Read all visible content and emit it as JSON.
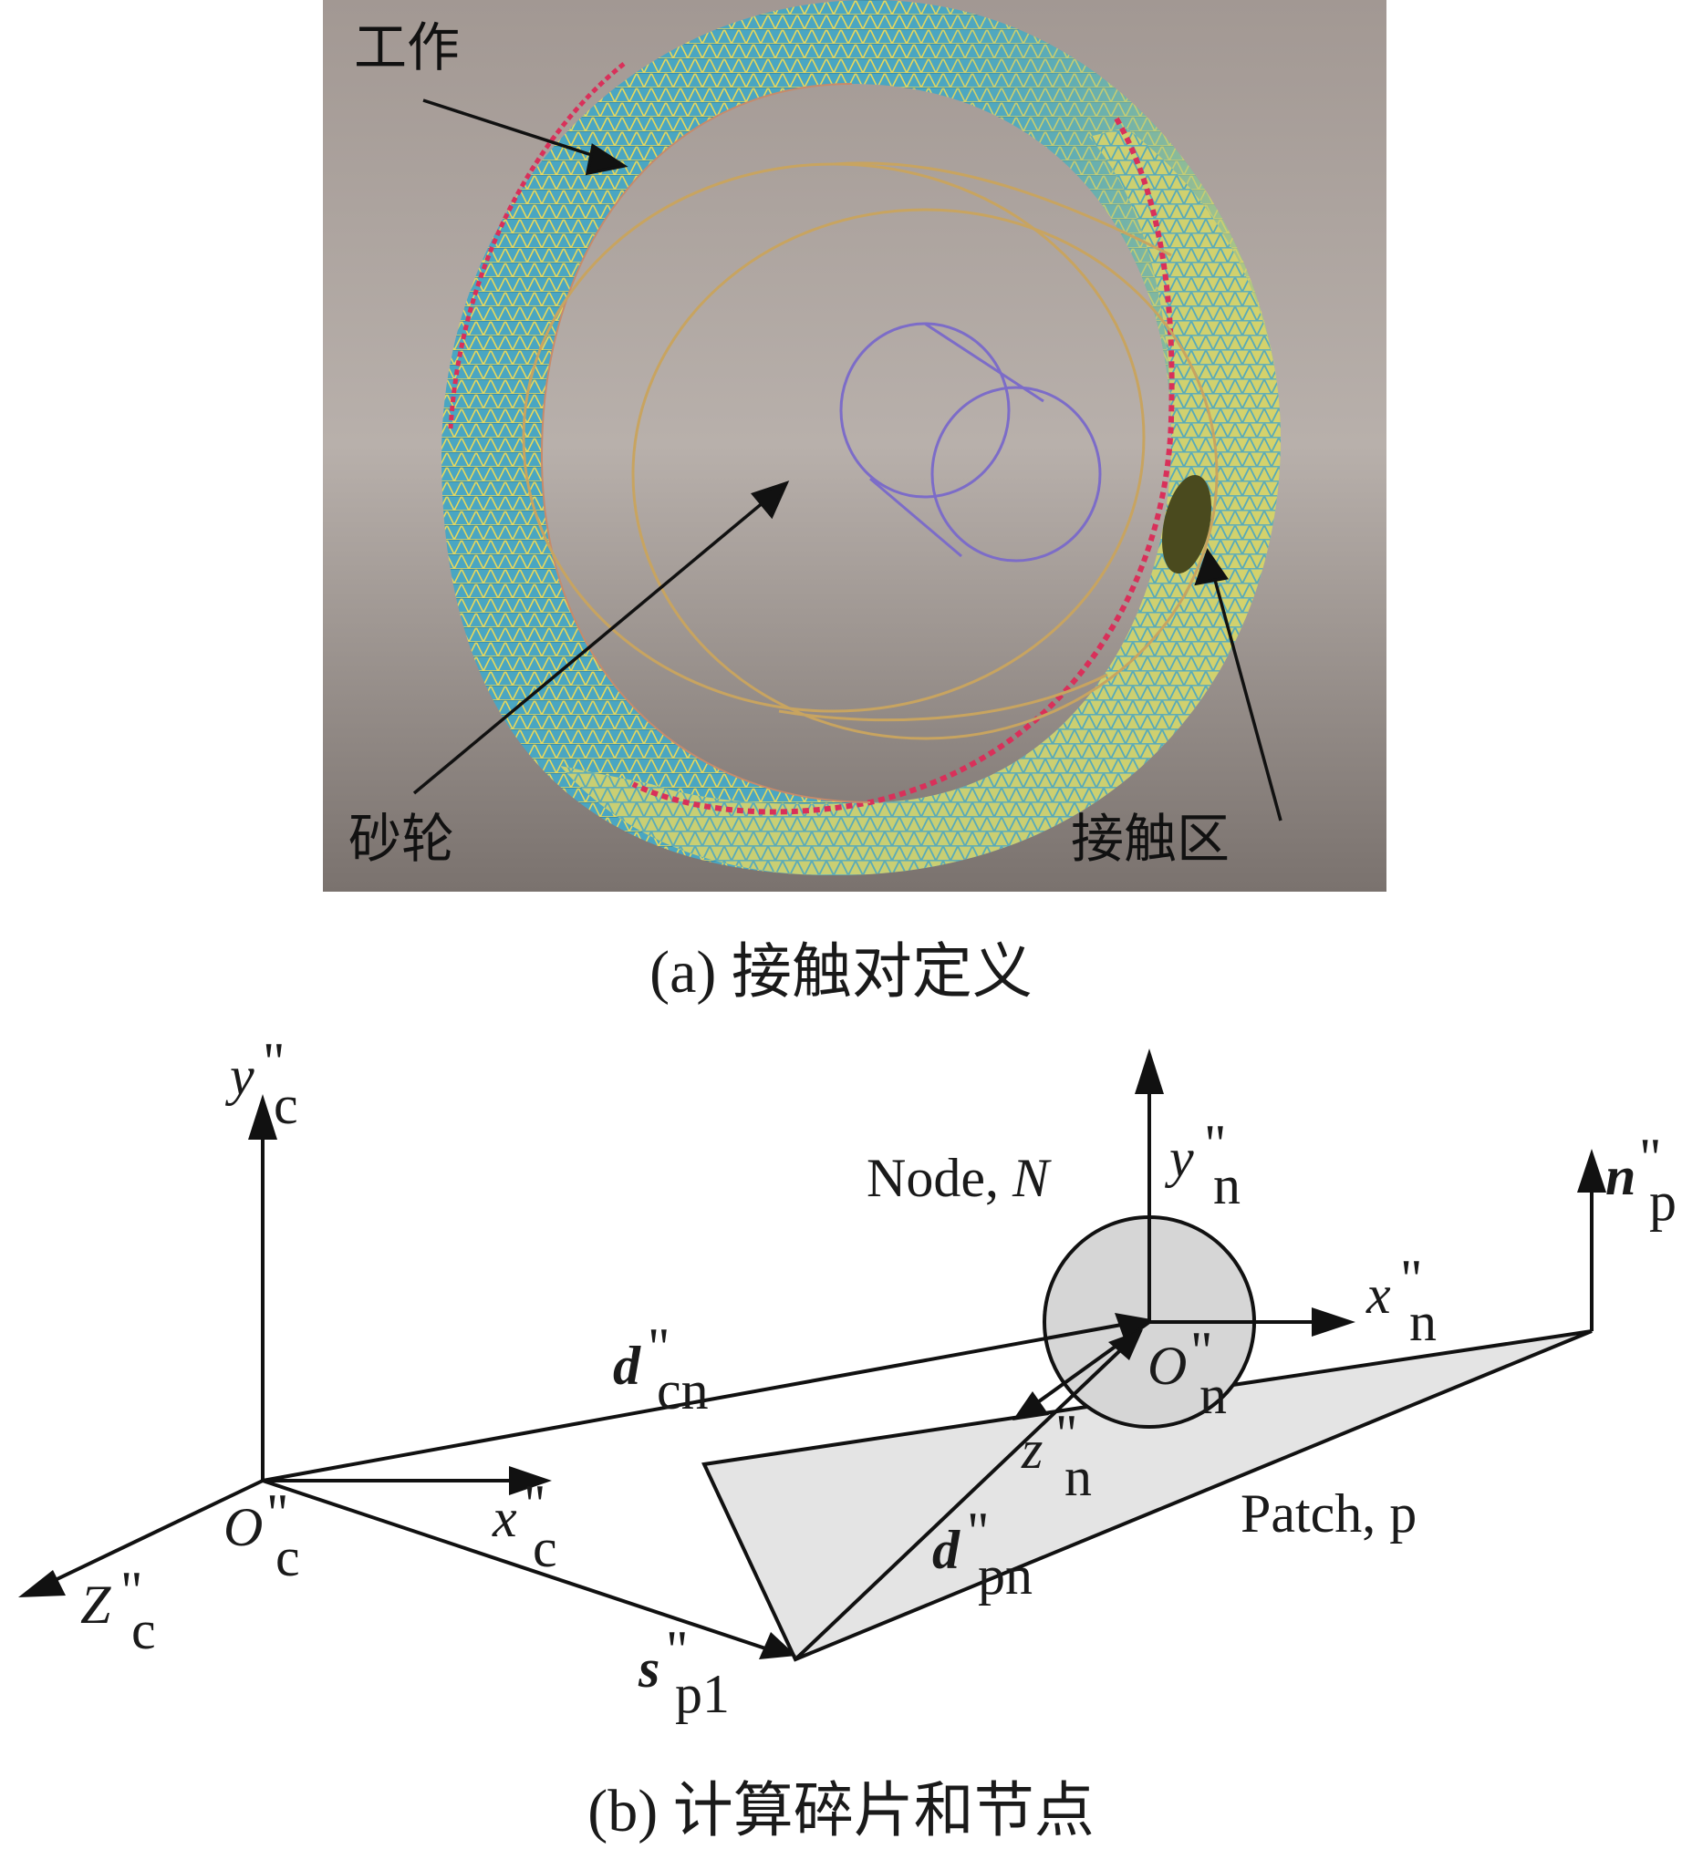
{
  "panel_a": {
    "labels": {
      "workpiece": "工作",
      "grinding_wheel": "砂轮",
      "contact_zone": "接触区"
    },
    "caption": "(a) 接触对定义",
    "colors": {
      "background_top": "#9b928c",
      "background_bottom": "#7e7672",
      "mesh_blue": "#4aa6c2",
      "mesh_yellow": "#d9d46a",
      "mesh_edge_red": "#d9305a",
      "wheel_circles": "#c8a460",
      "hub_circles": "#7c6cc8",
      "contact_patch": "#4a4a1e"
    }
  },
  "panel_b": {
    "labels": {
      "yc": "y",
      "yc_sub": "c",
      "xc": "x",
      "xc_sub": "c",
      "zc": "Z",
      "zc_sub": "c",
      "oc": "O",
      "oc_sub": "c",
      "dcn": "d",
      "dcn_sub": "cn",
      "node": "Node, ",
      "node_n": "N",
      "yn": "y",
      "yn_sub": "n",
      "xn": "x",
      "xn_sub": "n",
      "on": "O",
      "on_sub": "n",
      "zn": "z",
      "zn_sub": "n",
      "np": "n",
      "np_sub": "p",
      "patch": "Patch, p",
      "dpn": "d",
      "dpn_sub": "pn",
      "sp1": "s",
      "sp1_sub": "p1",
      "prime": "\""
    },
    "caption": "(b) 计算碎片和节点",
    "colors": {
      "node_fill": "#d6d6d6",
      "patch_fill": "#e4e4e4",
      "line": "#111111"
    }
  }
}
